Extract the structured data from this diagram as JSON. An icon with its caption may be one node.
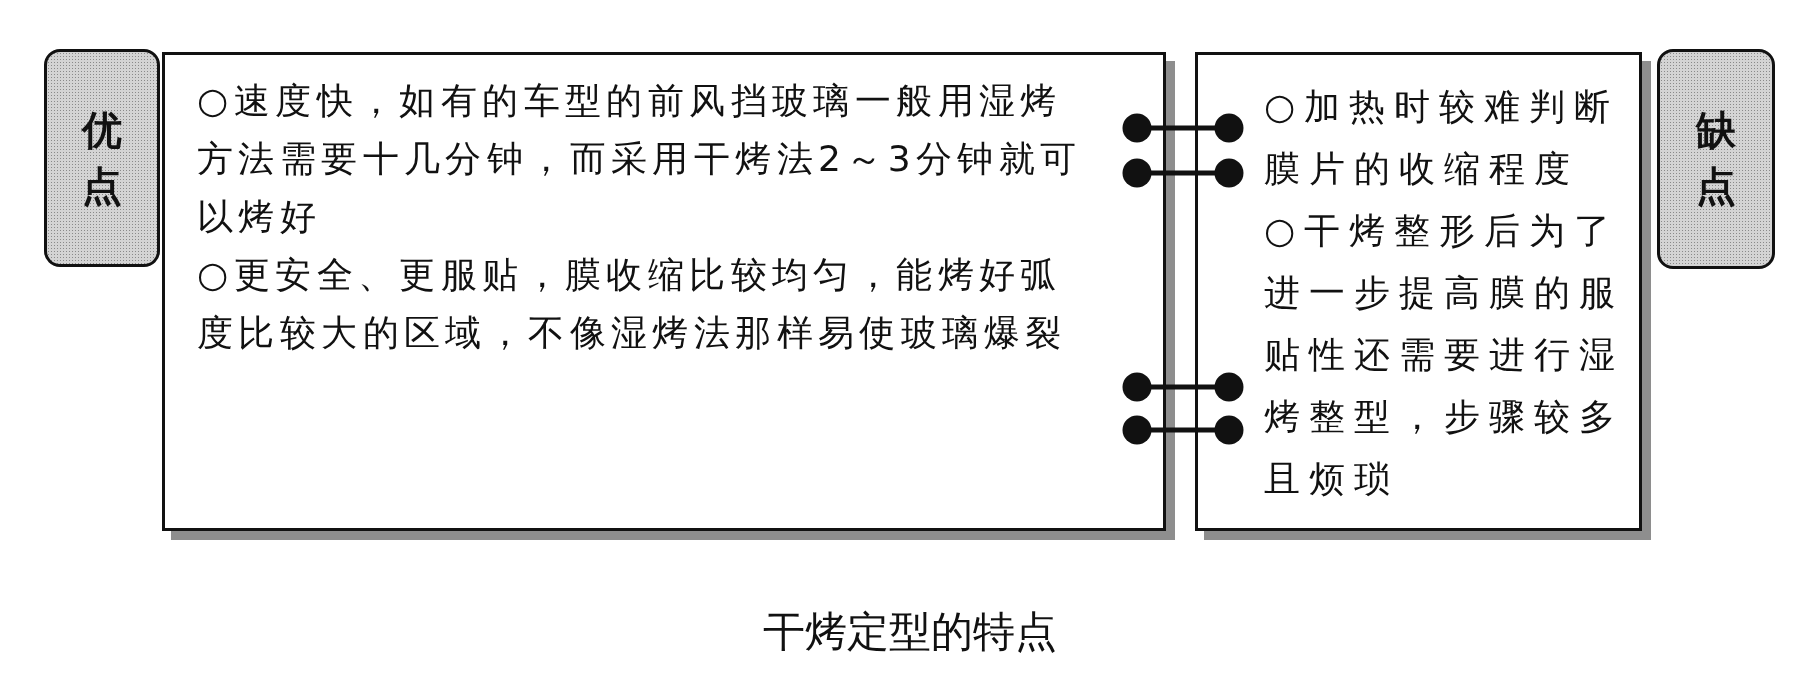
{
  "diagram": {
    "caption": "干烤定型的特点",
    "nodes": [
      {
        "text": [
          "优点"
        ]
      },
      {
        "text": [
          "○速度快，如有的车型的前风挡玻璃一般用湿烤方法需要十几分钟，而采用干烤法2～3分钟就可以烤好",
          "○更安全、更服贴，膜收缩比较均匀，能烤好弧度比较大的区域，不像湿烤法那样易使玻璃爆裂"
        ]
      },
      {
        "text": [
          "○加热时较难判断膜片的收缩程度",
          "○干烤整形后为了进一步提高膜的服贴性还需要进行湿烤整型，步骤较多且烦琐"
        ]
      },
      {
        "text": [
          "缺点"
        ]
      }
    ]
  }
}
